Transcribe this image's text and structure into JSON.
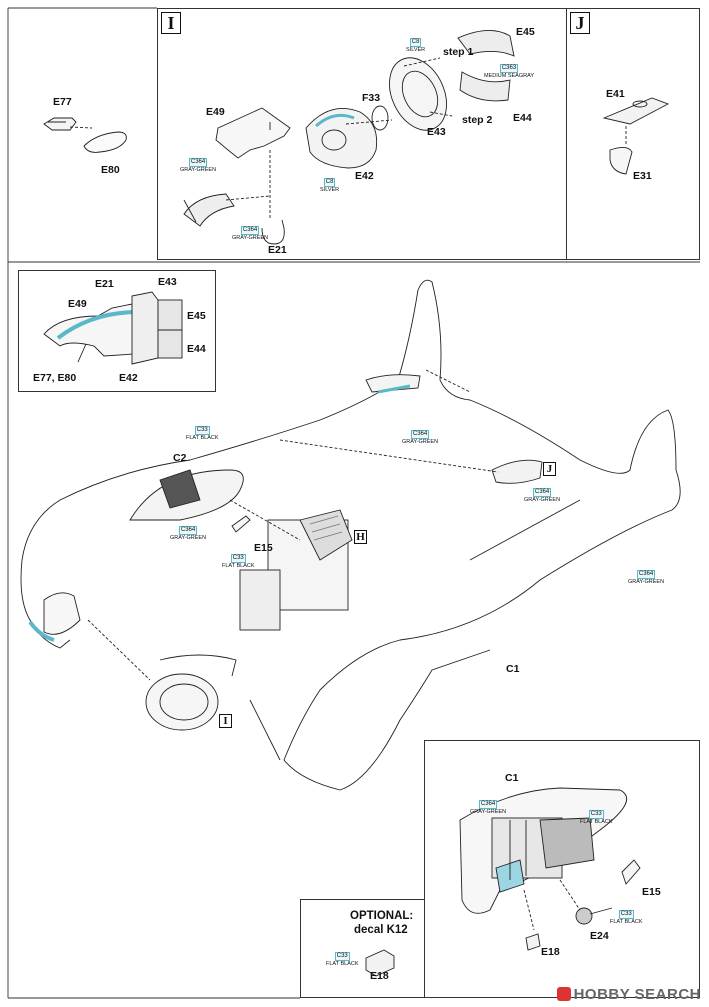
{
  "boxes": {
    "i_top": "I",
    "j_top": "J",
    "h": "H",
    "j_small": "J",
    "i_bottom": "I"
  },
  "step_i": {
    "parts": {
      "e77": "E77",
      "e80": "E80",
      "e49": "E49",
      "e21": "E21",
      "f33": "F33",
      "e42": "E42",
      "e43": "E43",
      "e45": "E45",
      "e44": "E44"
    },
    "steps": {
      "step1": "step 1",
      "step2": "step 2"
    },
    "colors": {
      "c364_a": {
        "code": "C364",
        "name": "GRAY-GREEN"
      },
      "c364_b": {
        "code": "C364",
        "name": "GRAY-GREEN"
      },
      "c8_a": {
        "code": "C8",
        "name": "SILVER"
      },
      "c8_b": {
        "code": "C8",
        "name": "SILVER"
      },
      "c363": {
        "code": "C363",
        "name": "MEDIUM SEAGRAY"
      }
    }
  },
  "step_j": {
    "parts": {
      "e41": "E41",
      "e31": "E31"
    }
  },
  "inset": {
    "parts": {
      "e21": "E21",
      "e43": "E43",
      "e49": "E49",
      "e45": "E45",
      "e44": "E44",
      "e77_e80": "E77, E80",
      "e42": "E42"
    }
  },
  "main": {
    "parts": {
      "c2": "C2",
      "e15": "E15",
      "c1": "C1"
    },
    "colors": {
      "c33_a": {
        "code": "C33",
        "name": "FLAT BLACK"
      },
      "c364_a": {
        "code": "C364",
        "name": "GRAY-GREEN"
      },
      "c33_b": {
        "code": "C33",
        "name": "FLAT BLACK"
      },
      "c364_b": {
        "code": "C364",
        "name": "GRAY-GREEN"
      },
      "c364_c": {
        "code": "C364",
        "name": "GRAY-GREEN"
      },
      "c364_d": {
        "code": "C364",
        "name": "GRAY-GREEN"
      }
    }
  },
  "detail": {
    "parts": {
      "c1": "C1",
      "e15": "E15",
      "e24": "E24",
      "e18": "E18"
    },
    "colors": {
      "c364": {
        "code": "C364",
        "name": "GRAY-GREEN"
      },
      "c33_a": {
        "code": "C33",
        "name": "FLAT BLACK"
      },
      "c33_b": {
        "code": "C33",
        "name": "FLAT BLACK"
      }
    }
  },
  "optional": {
    "title_line1": "OPTIONAL:",
    "title_line2": "decal K12",
    "part": "E18",
    "color": {
      "code": "C33",
      "name": "FLAT BLACK"
    }
  },
  "watermark": "HOBBY SEARCH"
}
